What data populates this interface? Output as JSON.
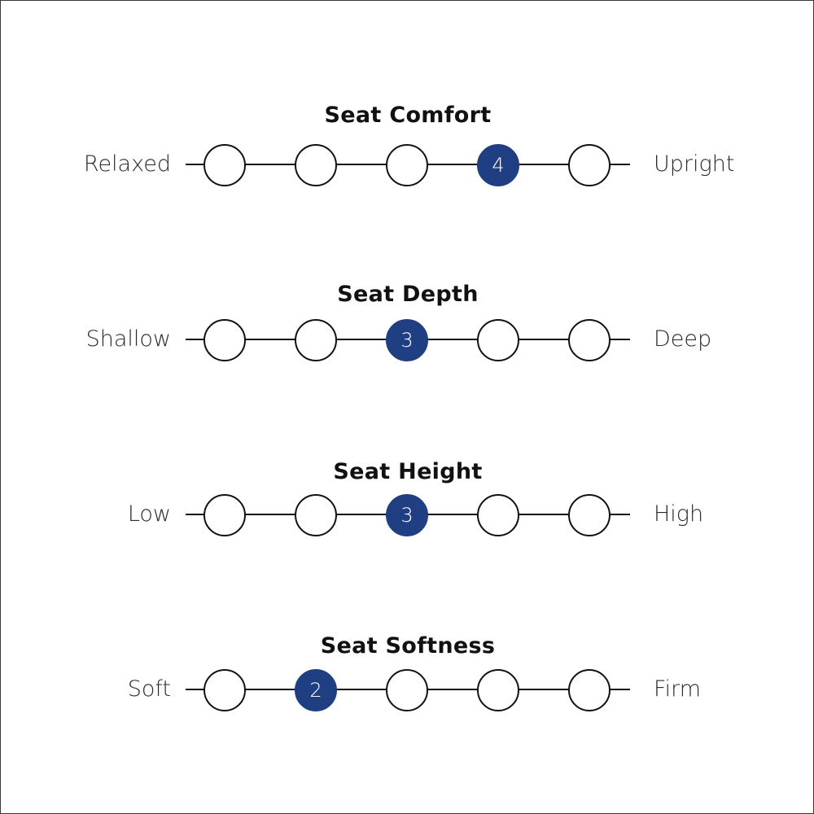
{
  "accent_color": "#203f82",
  "scales": [
    {
      "title": "Seat Comfort",
      "left_label": "Relaxed",
      "right_label": "Upright",
      "positions": 5,
      "selected": 4
    },
    {
      "title": "Seat Depth",
      "left_label": "Shallow",
      "right_label": "Deep",
      "positions": 5,
      "selected": 3
    },
    {
      "title": "Seat Height",
      "left_label": "Low",
      "right_label": "High",
      "positions": 5,
      "selected": 3
    },
    {
      "title": "Seat Softness",
      "left_label": "Soft",
      "right_label": "Firm",
      "positions": 5,
      "selected": 2
    }
  ]
}
